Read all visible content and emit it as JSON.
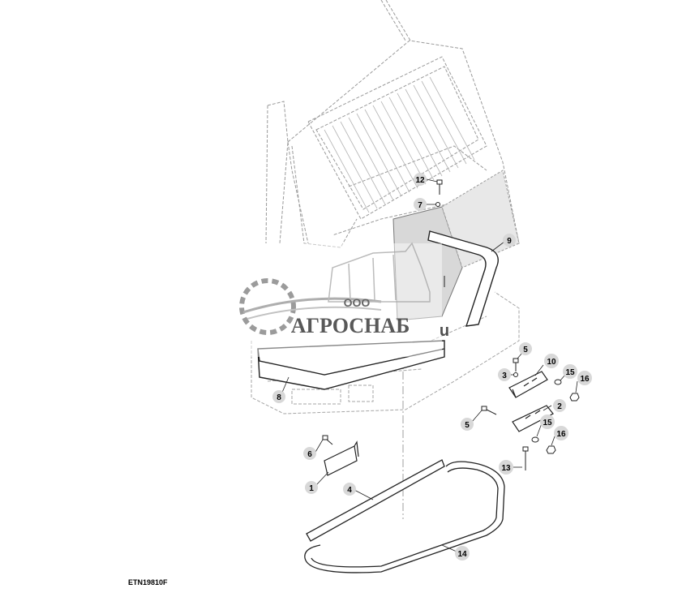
{
  "figure_id": "ETN19810F",
  "watermark": {
    "line1": "ООО",
    "line2": "АГРОСНАБ",
    "trailing": "u",
    "color": "#8a8a8a"
  },
  "callouts": [
    {
      "id": "c12",
      "label": "12"
    },
    {
      "id": "c7",
      "label": "7"
    },
    {
      "id": "c9",
      "label": "9"
    },
    {
      "id": "c5a",
      "label": "5"
    },
    {
      "id": "c10",
      "label": "10"
    },
    {
      "id": "c3",
      "label": "3"
    },
    {
      "id": "c15a",
      "label": "15"
    },
    {
      "id": "c16a",
      "label": "16"
    },
    {
      "id": "c2",
      "label": "2"
    },
    {
      "id": "c5b",
      "label": "5"
    },
    {
      "id": "c15b",
      "label": "15"
    },
    {
      "id": "c16b",
      "label": "16"
    },
    {
      "id": "c8",
      "label": "8"
    },
    {
      "id": "c6",
      "label": "6"
    },
    {
      "id": "c1",
      "label": "1"
    },
    {
      "id": "c4",
      "label": "4"
    },
    {
      "id": "c13",
      "label": "13"
    },
    {
      "id": "c14",
      "label": "14"
    }
  ]
}
